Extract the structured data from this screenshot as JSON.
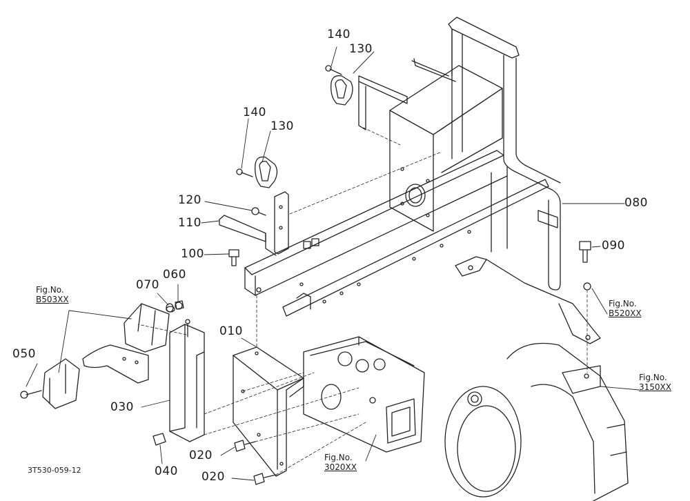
{
  "parts": {
    "p010": "010",
    "p020a": "020",
    "p020b": "020",
    "p030": "030",
    "p040": "040",
    "p050": "050",
    "p060": "060",
    "p070": "070",
    "p080": "080",
    "p090": "090",
    "p100": "100",
    "p110": "110",
    "p120": "120",
    "p130a": "130",
    "p130b": "130",
    "p140a": "140",
    "p140b": "140"
  },
  "figure_refs": {
    "b503": {
      "prefix": "Fig.No.",
      "code": "B503XX"
    },
    "b520": {
      "prefix": "Fig.No.",
      "code": "B520XX"
    },
    "f3150": {
      "prefix": "Fig.No.",
      "code": "3150XX"
    },
    "f3020": {
      "prefix": "Fig.No.",
      "code": "3020XX"
    }
  },
  "drawing_code": "3T530-059-12"
}
